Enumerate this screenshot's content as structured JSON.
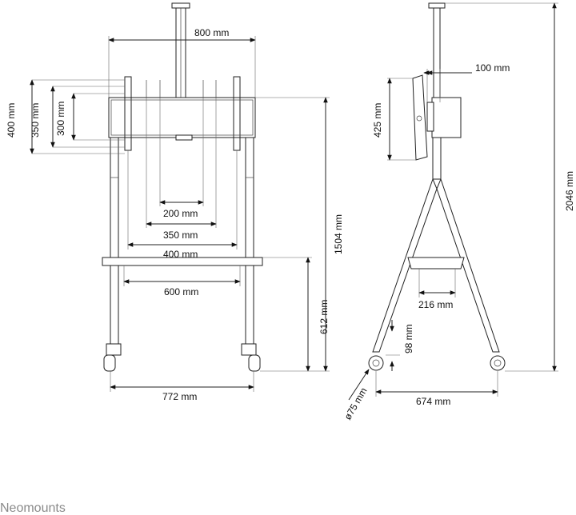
{
  "front_view": {
    "width_800": "800 mm",
    "height_400": "400 mm",
    "height_350": "350 mm",
    "height_300": "300 mm",
    "width_200": "200 mm",
    "width_350": "350 mm",
    "width_400": "400 mm",
    "width_600": "600 mm",
    "height_1504": "1504 mm",
    "height_612": "612 mm",
    "width_772": "772 mm"
  },
  "side_view": {
    "depth_100": "100 mm",
    "height_425": "425 mm",
    "height_2046": "2046 mm",
    "shelf_216": "216 mm",
    "clearance_98": "98 mm",
    "caster_75": "ø75 mm",
    "base_674": "674 mm"
  },
  "brand": {
    "logo_text": "Neomounts"
  },
  "colors": {
    "line": "#222222",
    "text": "#111111",
    "logo": "#8a8a8a"
  }
}
